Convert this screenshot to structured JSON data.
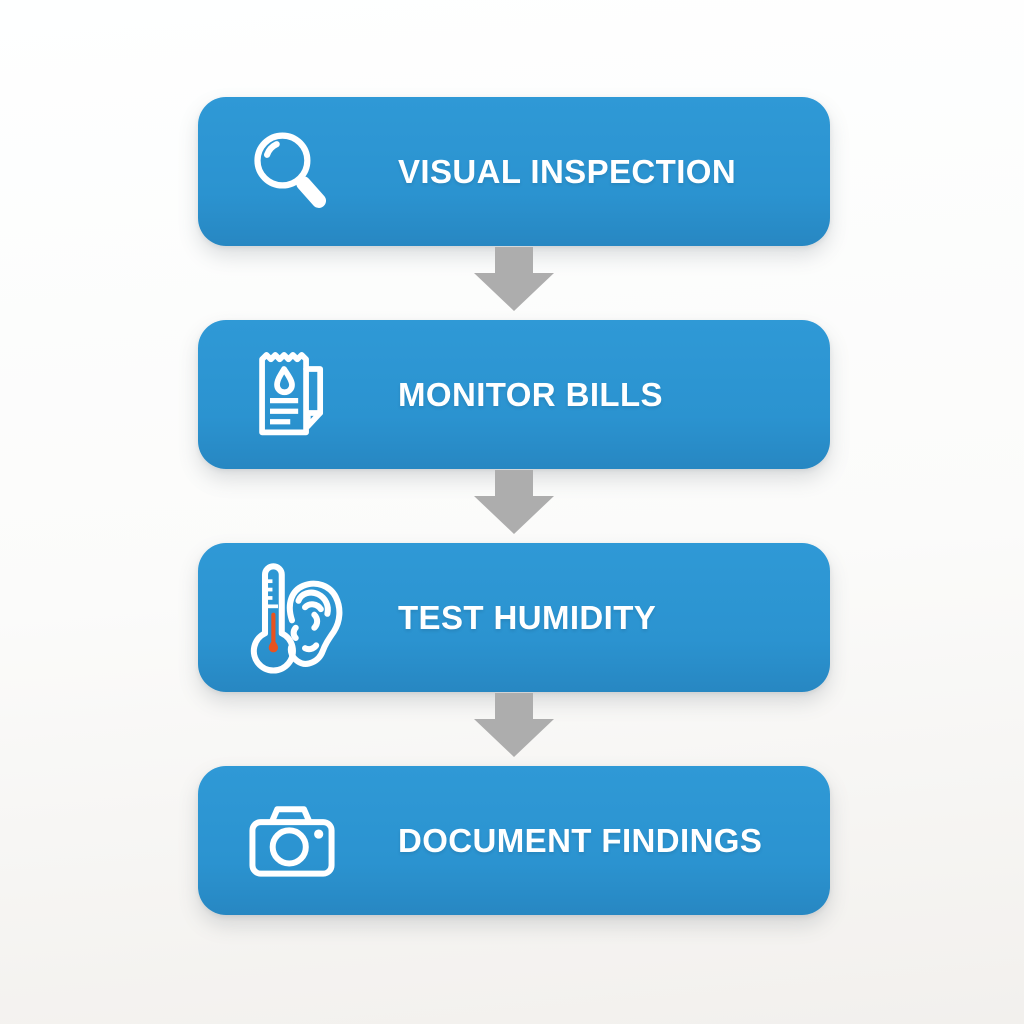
{
  "diagram": {
    "type": "vertical-flowchart",
    "steps": [
      {
        "label": "VISUAL INSPECTION",
        "icon": "magnifier-icon"
      },
      {
        "label": "MONITOR BILLS",
        "icon": "water-bill-receipt-icon"
      },
      {
        "label": "TEST HUMIDITY",
        "icon": "thermometer-ear-icon"
      },
      {
        "label": "DOCUMENT FINDINGS",
        "icon": "camera-icon"
      }
    ],
    "connector": {
      "type": "down-block-arrow",
      "count": 3
    }
  },
  "colors": {
    "card_bg": "#2b93d0",
    "card_bg_light": "#2f99d6",
    "card_bg_dark": "#2787c2",
    "card_text": "#ffffff",
    "arrow": "#adadad",
    "mercury": "#e8531f",
    "background_top": "#feffff",
    "background_bottom": "#f2f0ed"
  }
}
